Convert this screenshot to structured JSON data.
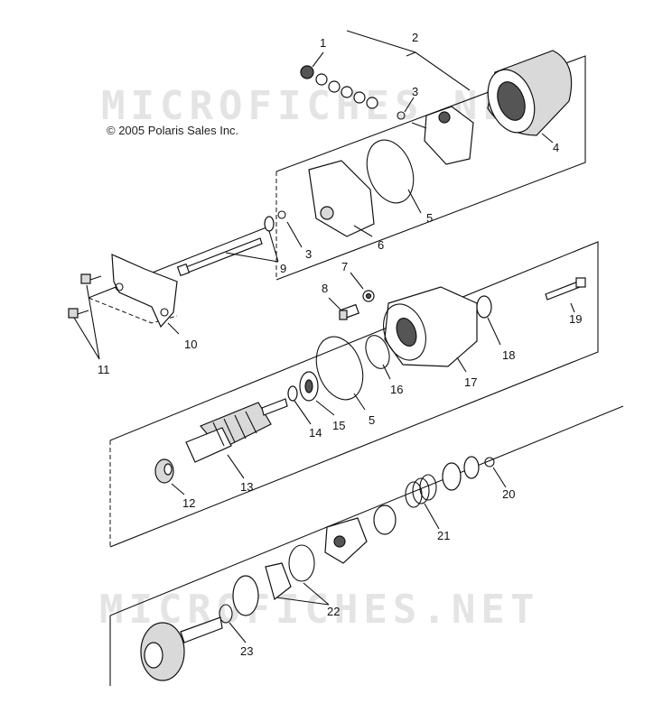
{
  "watermark": "MICROFICHES.NET",
  "copyright": "© 2005 Polaris Sales Inc.",
  "callouts": [
    "1",
    "2",
    "3",
    "4",
    "5",
    "6",
    "3",
    "9",
    "10",
    "11",
    "7",
    "8",
    "19",
    "18",
    "17",
    "16",
    "5",
    "15",
    "14",
    "13",
    "12",
    "20",
    "21",
    "22",
    "23"
  ]
}
